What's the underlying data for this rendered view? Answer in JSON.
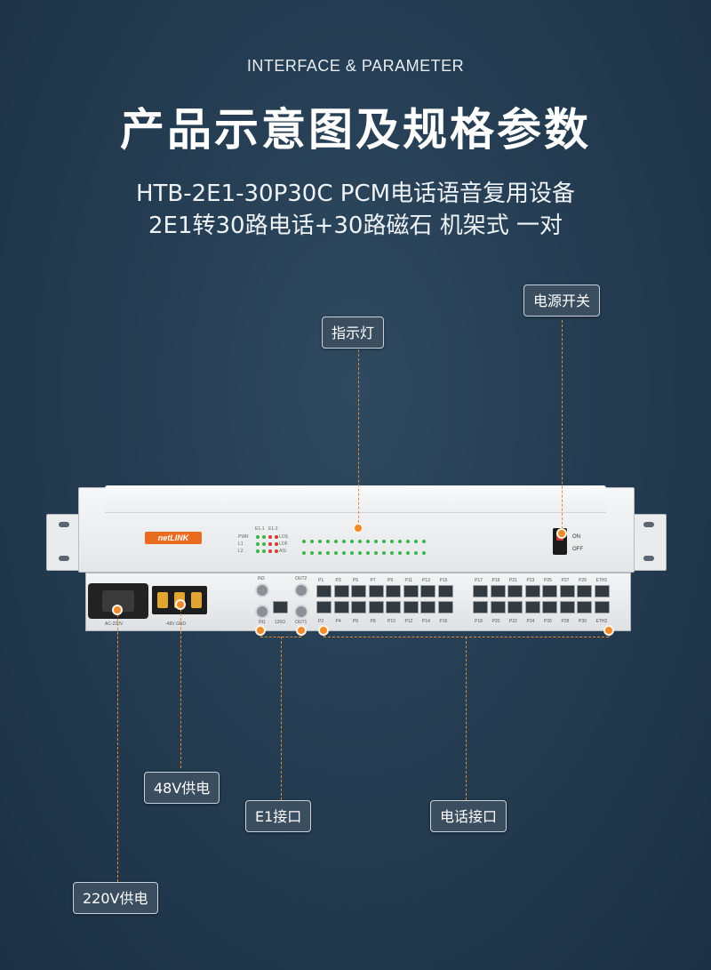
{
  "header": {
    "subtitle": "INTERFACE & PARAMETER",
    "title": "产品示意图及规格参数",
    "model_line1": "HTB-2E1-30P30C PCM电话语音复用设备",
    "model_line2": "2E1转30路电话+30路磁石 机架式 一对"
  },
  "callouts": {
    "indicator": "指示灯",
    "power_switch": "电源开关",
    "power_48v": "48V供电",
    "e1_port": "E1接口",
    "phone_port": "电话接口",
    "power_220v": "220V供电"
  },
  "device": {
    "logo": "netLINK",
    "led_headers": [
      "E1-1",
      "E1-2"
    ],
    "led_left_labels": [
      "PWR",
      "L1",
      "L2"
    ],
    "led_right_labels": [
      "LOS",
      "LOF",
      "AIS"
    ],
    "switch_on": "ON",
    "switch_off": "OFF",
    "ac_label": "AC-220V",
    "dc_label": "-48V GND",
    "e1_labels": {
      "in2": "IN2",
      "out2": "OUT2",
      "in1": "IN1",
      "out1": "OUT1",
      "ohm": "120Ω"
    },
    "ports_top_a": [
      "P1",
      "P3",
      "P5",
      "P7",
      "P9",
      "P11",
      "P13",
      "P15"
    ],
    "ports_bottom_a": [
      "P2",
      "P4",
      "P6",
      "P8",
      "P10",
      "P12",
      "P14",
      "P16"
    ],
    "ports_top_b": [
      "P17",
      "P19",
      "P21",
      "P23",
      "P25",
      "P27",
      "P29",
      "ETH1"
    ],
    "ports_bottom_b": [
      "P18",
      "P20",
      "P22",
      "P24",
      "P26",
      "P28",
      "P30",
      "ETH2"
    ]
  },
  "colors": {
    "accent": "#f08a2a",
    "background": "#253d52",
    "logo": "#e96b1f"
  }
}
